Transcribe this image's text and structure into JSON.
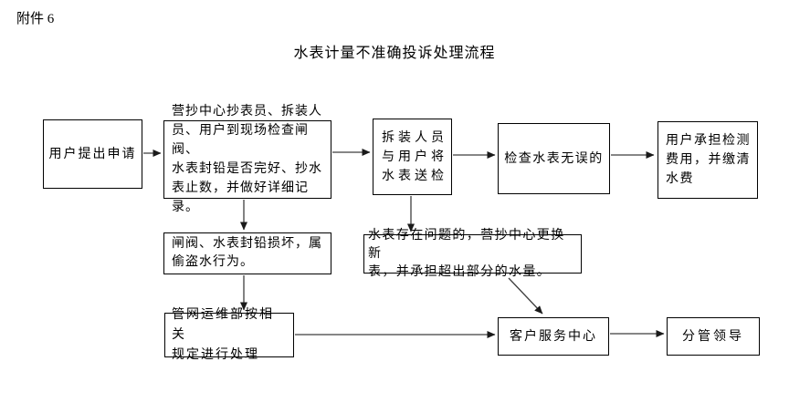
{
  "page": {
    "attachment_label": "附件 6",
    "title": "水表计量不准确投诉处理流程"
  },
  "colors": {
    "background": "#ffffff",
    "box_border": "#000000",
    "arrow_line": "#3f3f3f",
    "text": "#000000"
  },
  "flowchart": {
    "nodes": {
      "apply": {
        "text": "用户提出申请"
      },
      "site_check": {
        "text": "营抄中心抄表员、拆装人\n员、用户到现场检查闸阀、\n水表封铅是否完好、抄水\n表止数，并做好详细记录。"
      },
      "send_meter": {
        "text": "拆装人员\n与用户将\n水表送检"
      },
      "meter_ok": {
        "text": "检查水表无误的"
      },
      "user_pay": {
        "text": "用户承担检测\n费用，并缴清\n水费"
      },
      "seal_damaged": {
        "text": "闸阀、水表封铅损坏，属\n偷盗水行为。"
      },
      "meter_problem": {
        "text": "水表存在问题的，营抄中心更换新\n表，并承担超出部分的水量。"
      },
      "pipeline_dept": {
        "text": "管网运维部按相关\n规定进行处理"
      },
      "service_center": {
        "text": "客户服务中心"
      },
      "leader": {
        "text": "分管领导"
      }
    },
    "edges": [
      {
        "from": "apply",
        "to": "site_check"
      },
      {
        "from": "site_check",
        "to": "send_meter"
      },
      {
        "from": "send_meter",
        "to": "meter_ok"
      },
      {
        "from": "meter_ok",
        "to": "user_pay"
      },
      {
        "from": "site_check",
        "to": "seal_damaged"
      },
      {
        "from": "send_meter",
        "to": "meter_problem"
      },
      {
        "from": "seal_damaged",
        "to": "pipeline_dept"
      },
      {
        "from": "meter_problem",
        "to": "service_center"
      },
      {
        "from": "pipeline_dept",
        "to": "service_center"
      },
      {
        "from": "service_center",
        "to": "leader"
      }
    ]
  }
}
